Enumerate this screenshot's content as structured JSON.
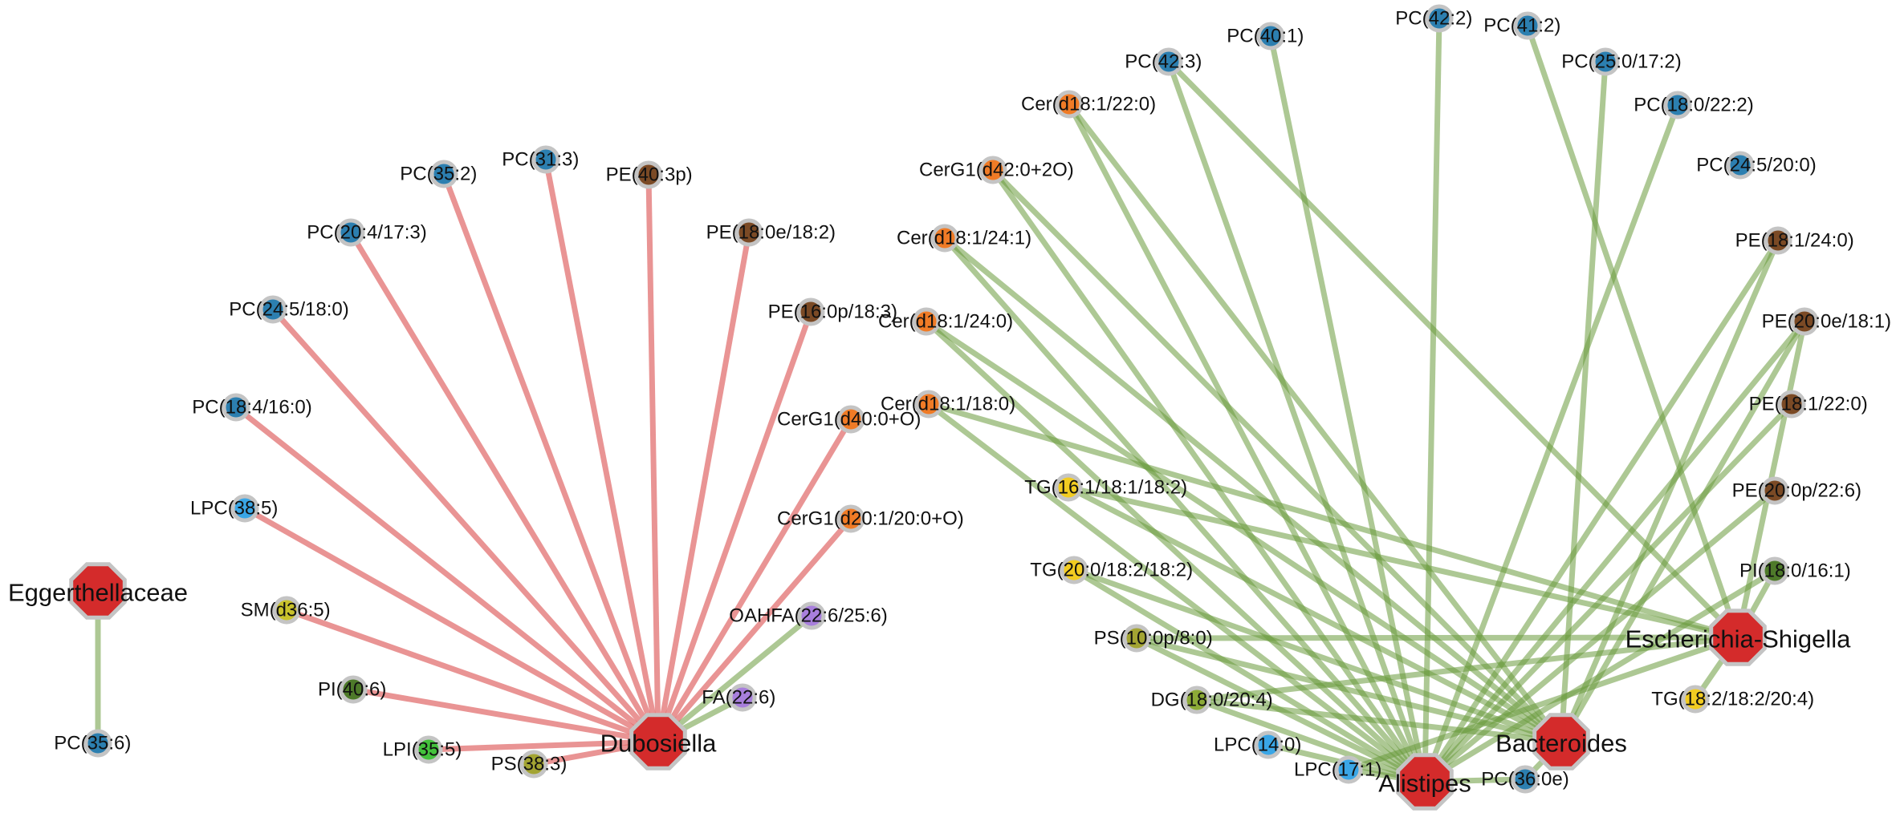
{
  "colors": {
    "negative_edge": "#e06666",
    "positive_edge": "#6a9a3c",
    "taxon": "#d42b2b",
    "class": {
      "PC": "#2c7fb0",
      "PE": "#7b4a25",
      "Cer": "#f07b26",
      "CerG1": "#f07b26",
      "LPC": "#3aa6e6",
      "LPI": "#44c23c",
      "SM": "#c9c22c",
      "PS": "#a3a433",
      "PI": "#4e7a2a",
      "FA": "#a87fdc",
      "OAHFA": "#a87fdc",
      "TG": "#f2cc21",
      "DG": "#8caa37"
    }
  },
  "taxa": [
    {
      "id": "eggerthellaceae",
      "label": "Eggerthellaceae"
    },
    {
      "id": "dubosiella",
      "label": "Dubosiella"
    },
    {
      "id": "escherichia",
      "label": "Escherichia-Shigella"
    },
    {
      "id": "bacteroides",
      "label": "Bacteroides"
    },
    {
      "id": "alistipes",
      "label": "Alistipes"
    }
  ],
  "lipids": [
    {
      "id": "pc356",
      "class": "PC",
      "label": "PC(35:6)"
    },
    {
      "id": "pc352",
      "class": "PC",
      "label": "PC(35:2)"
    },
    {
      "id": "pc313",
      "class": "PC",
      "label": "PC(31:3)"
    },
    {
      "id": "pe403p",
      "class": "PE",
      "label": "PE(40:3p)"
    },
    {
      "id": "pc204_173",
      "class": "PC",
      "label": "PC(20:4/17:3)"
    },
    {
      "id": "pe180e_182",
      "class": "PE",
      "label": "PE(18:0e/18:2)"
    },
    {
      "id": "pc245_180",
      "class": "PC",
      "label": "PC(24:5/18:0)"
    },
    {
      "id": "pe160p_183",
      "class": "PE",
      "label": "PE(16:0p/18:3)"
    },
    {
      "id": "pc184_160",
      "class": "PC",
      "label": "PC(18:4/16:0)"
    },
    {
      "id": "cerg1_d400o",
      "class": "CerG1",
      "label": "CerG1(d40:0+O)"
    },
    {
      "id": "lpc385",
      "class": "LPC",
      "label": "LPC(38:5)"
    },
    {
      "id": "cerg1_d201_200o",
      "class": "CerG1",
      "label": "CerG1(d20:1/20:0+O)"
    },
    {
      "id": "sm_d365",
      "class": "SM",
      "label": "SM(d36:5)"
    },
    {
      "id": "oahfa226_256",
      "class": "OAHFA",
      "label": "OAHFA(22:6/25:6)"
    },
    {
      "id": "pi406",
      "class": "PI",
      "label": "PI(40:6)"
    },
    {
      "id": "fa226",
      "class": "FA",
      "label": "FA(22:6)"
    },
    {
      "id": "lpi355",
      "class": "LPI",
      "label": "LPI(35:5)"
    },
    {
      "id": "ps383",
      "class": "PS",
      "label": "PS(38:3)"
    },
    {
      "id": "pc401",
      "class": "PC",
      "label": "PC(40:1)"
    },
    {
      "id": "pc422",
      "class": "PC",
      "label": "PC(42:2)"
    },
    {
      "id": "pc412",
      "class": "PC",
      "label": "PC(41:2)"
    },
    {
      "id": "pc423",
      "class": "PC",
      "label": "PC(42:3)"
    },
    {
      "id": "pc250_172",
      "class": "PC",
      "label": "PC(25:0/17:2)"
    },
    {
      "id": "cer_d181_220",
      "class": "Cer",
      "label": "Cer(d18:1/22:0)"
    },
    {
      "id": "pc180_222",
      "class": "PC",
      "label": "PC(18:0/22:2)"
    },
    {
      "id": "cerg1_d420_2o",
      "class": "CerG1",
      "label": "CerG1(d42:0+2O)"
    },
    {
      "id": "pc245_200",
      "class": "PC",
      "label": "PC(24:5/20:0)"
    },
    {
      "id": "cer_d181_241",
      "class": "Cer",
      "label": "Cer(d18:1/24:1)"
    },
    {
      "id": "pe181_240",
      "class": "PE",
      "label": "PE(18:1/24:0)"
    },
    {
      "id": "cer_d181_240",
      "class": "Cer",
      "label": "Cer(d18:1/24:0)"
    },
    {
      "id": "pe200e_181",
      "class": "PE",
      "label": "PE(20:0e/18:1)"
    },
    {
      "id": "cer_d181_180",
      "class": "Cer",
      "label": "Cer(d18:1/18:0)"
    },
    {
      "id": "pe181_220",
      "class": "PE",
      "label": "PE(18:1/22:0)"
    },
    {
      "id": "tg161_181_182",
      "class": "TG",
      "label": "TG(16:1/18:1/18:2)"
    },
    {
      "id": "pe200p_226",
      "class": "PE",
      "label": "PE(20:0p/22:6)"
    },
    {
      "id": "tg200_182_182",
      "class": "TG",
      "label": "TG(20:0/18:2/18:2)"
    },
    {
      "id": "pi180_161",
      "class": "PI",
      "label": "PI(18:0/16:1)"
    },
    {
      "id": "ps100p_80",
      "class": "PS",
      "label": "PS(10:0p/8:0)"
    },
    {
      "id": "dg180_204",
      "class": "DG",
      "label": "DG(18:0/20:4)"
    },
    {
      "id": "tg182_182_204",
      "class": "TG",
      "label": "TG(18:2/18:2/20:4)"
    },
    {
      "id": "lpc140",
      "class": "LPC",
      "label": "LPC(14:0)"
    },
    {
      "id": "lpc171",
      "class": "LPC",
      "label": "LPC(17:1)"
    },
    {
      "id": "pc360e",
      "class": "PC",
      "label": "PC(36:0e)"
    }
  ],
  "edges": [
    {
      "source": "eggerthellaceae",
      "target": "pc356",
      "sign": "positive"
    },
    {
      "source": "dubosiella",
      "target": "pc352",
      "sign": "negative"
    },
    {
      "source": "dubosiella",
      "target": "pc313",
      "sign": "negative"
    },
    {
      "source": "dubosiella",
      "target": "pe403p",
      "sign": "negative"
    },
    {
      "source": "dubosiella",
      "target": "pc204_173",
      "sign": "negative"
    },
    {
      "source": "dubosiella",
      "target": "pe180e_182",
      "sign": "negative"
    },
    {
      "source": "dubosiella",
      "target": "pc245_180",
      "sign": "negative"
    },
    {
      "source": "dubosiella",
      "target": "pe160p_183",
      "sign": "negative"
    },
    {
      "source": "dubosiella",
      "target": "pc184_160",
      "sign": "negative"
    },
    {
      "source": "dubosiella",
      "target": "cerg1_d400o",
      "sign": "negative"
    },
    {
      "source": "dubosiella",
      "target": "lpc385",
      "sign": "negative"
    },
    {
      "source": "dubosiella",
      "target": "cerg1_d201_200o",
      "sign": "negative"
    },
    {
      "source": "dubosiella",
      "target": "sm_d365",
      "sign": "negative"
    },
    {
      "source": "dubosiella",
      "target": "oahfa226_256",
      "sign": "positive"
    },
    {
      "source": "dubosiella",
      "target": "pi406",
      "sign": "negative"
    },
    {
      "source": "dubosiella",
      "target": "fa226",
      "sign": "positive"
    },
    {
      "source": "dubosiella",
      "target": "lpi355",
      "sign": "negative"
    },
    {
      "source": "dubosiella",
      "target": "ps383",
      "sign": "negative"
    },
    {
      "source": "alistipes",
      "target": "pc401",
      "sign": "positive"
    },
    {
      "source": "alistipes",
      "target": "pc423",
      "sign": "positive"
    },
    {
      "source": "alistipes",
      "target": "cer_d181_220",
      "sign": "positive"
    },
    {
      "source": "alistipes",
      "target": "cerg1_d420_2o",
      "sign": "positive"
    },
    {
      "source": "alistipes",
      "target": "cer_d181_241",
      "sign": "positive"
    },
    {
      "source": "alistipes",
      "target": "cer_d181_240",
      "sign": "positive"
    },
    {
      "source": "alistipes",
      "target": "cer_d181_180",
      "sign": "positive"
    },
    {
      "source": "alistipes",
      "target": "ps100p_80",
      "sign": "positive"
    },
    {
      "source": "alistipes",
      "target": "dg180_204",
      "sign": "positive"
    },
    {
      "source": "alistipes",
      "target": "tg200_182_182",
      "sign": "positive"
    },
    {
      "source": "alistipes",
      "target": "pc422",
      "sign": "positive"
    },
    {
      "source": "alistipes",
      "target": "pc180_222",
      "sign": "positive"
    },
    {
      "source": "alistipes",
      "target": "pe181_240",
      "sign": "positive"
    },
    {
      "source": "alistipes",
      "target": "pe200e_181",
      "sign": "positive"
    },
    {
      "source": "alistipes",
      "target": "pe181_220",
      "sign": "positive"
    },
    {
      "source": "alistipes",
      "target": "pe200p_226",
      "sign": "positive"
    },
    {
      "source": "alistipes",
      "target": "pi180_161",
      "sign": "positive"
    },
    {
      "source": "alistipes",
      "target": "lpc140",
      "sign": "positive"
    },
    {
      "source": "alistipes",
      "target": "lpc171",
      "sign": "positive"
    },
    {
      "source": "alistipes",
      "target": "pc360e",
      "sign": "positive"
    },
    {
      "source": "bacteroides",
      "target": "pc250_172",
      "sign": "positive"
    },
    {
      "source": "bacteroides",
      "target": "cer_d181_220",
      "sign": "positive"
    },
    {
      "source": "bacteroides",
      "target": "cerg1_d420_2o",
      "sign": "positive"
    },
    {
      "source": "bacteroides",
      "target": "cer_d181_241",
      "sign": "positive"
    },
    {
      "source": "bacteroides",
      "target": "cer_d181_240",
      "sign": "positive"
    },
    {
      "source": "bacteroides",
      "target": "tg161_181_182",
      "sign": "positive"
    },
    {
      "source": "bacteroides",
      "target": "tg200_182_182",
      "sign": "positive"
    },
    {
      "source": "bacteroides",
      "target": "pe181_240",
      "sign": "positive"
    },
    {
      "source": "bacteroides",
      "target": "pe200e_181",
      "sign": "positive"
    },
    {
      "source": "bacteroides",
      "target": "dg180_204",
      "sign": "positive"
    },
    {
      "source": "bacteroides",
      "target": "pc360e",
      "sign": "positive"
    },
    {
      "source": "bacteroides",
      "target": "ps100p_80",
      "sign": "positive"
    },
    {
      "source": "escherichia",
      "target": "pc412",
      "sign": "positive"
    },
    {
      "source": "escherichia",
      "target": "pc423",
      "sign": "positive"
    },
    {
      "source": "escherichia",
      "target": "cer_d181_180",
      "sign": "positive"
    },
    {
      "source": "escherichia",
      "target": "tg161_181_182",
      "sign": "positive"
    },
    {
      "source": "escherichia",
      "target": "ps100p_80",
      "sign": "positive"
    },
    {
      "source": "escherichia",
      "target": "dg180_204",
      "sign": "positive"
    },
    {
      "source": "escherichia",
      "target": "pe200e_181",
      "sign": "positive"
    },
    {
      "source": "escherichia",
      "target": "pi180_161",
      "sign": "positive"
    },
    {
      "source": "escherichia",
      "target": "tg182_182_204",
      "sign": "positive"
    },
    {
      "source": "escherichia",
      "target": "lpc171",
      "sign": "positive"
    }
  ]
}
